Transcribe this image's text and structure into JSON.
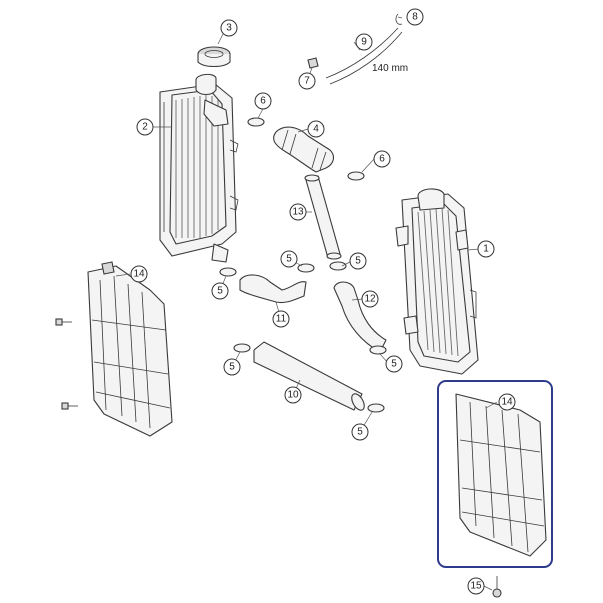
{
  "highlight_color": "#2e3a8c",
  "callouts": {
    "c1": "1",
    "c2": "2",
    "c3": "3",
    "c4": "4",
    "c5a": "5",
    "c5b": "5",
    "c5c": "5",
    "c5d": "5",
    "c5e": "5",
    "c5f": "5",
    "c6a": "6",
    "c6b": "6",
    "c7": "7",
    "c8": "8",
    "c9": "9",
    "c10": "10",
    "c11": "11",
    "c12": "12",
    "c13": "13",
    "c14a": "14",
    "c14b": "14",
    "c15": "15"
  },
  "notes": {
    "hose_length": "140 mm"
  }
}
